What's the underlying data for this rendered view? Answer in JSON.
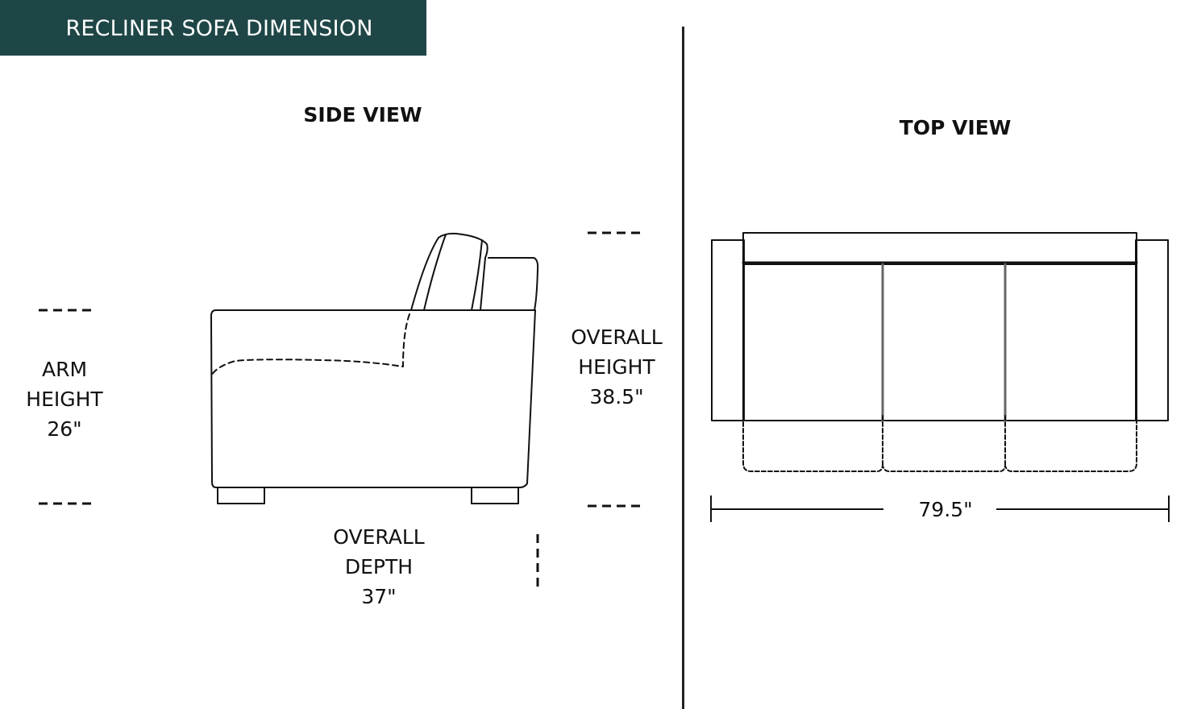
{
  "header": {
    "title": "RECLINER SOFA DIMENSION",
    "background_color": "#1f4647"
  },
  "side_view": {
    "title": "SIDE VIEW",
    "arm_height": {
      "line1": "ARM",
      "line2": "HEIGHT",
      "value": "26\""
    },
    "overall_height": {
      "line1": "OVERALL",
      "line2": "HEIGHT",
      "value": "38.5\""
    },
    "overall_depth": {
      "line1": "OVERALL",
      "line2": "DEPTH",
      "value": "37\""
    }
  },
  "top_view": {
    "title": "TOP VIEW",
    "overall_width": "79.5\""
  }
}
